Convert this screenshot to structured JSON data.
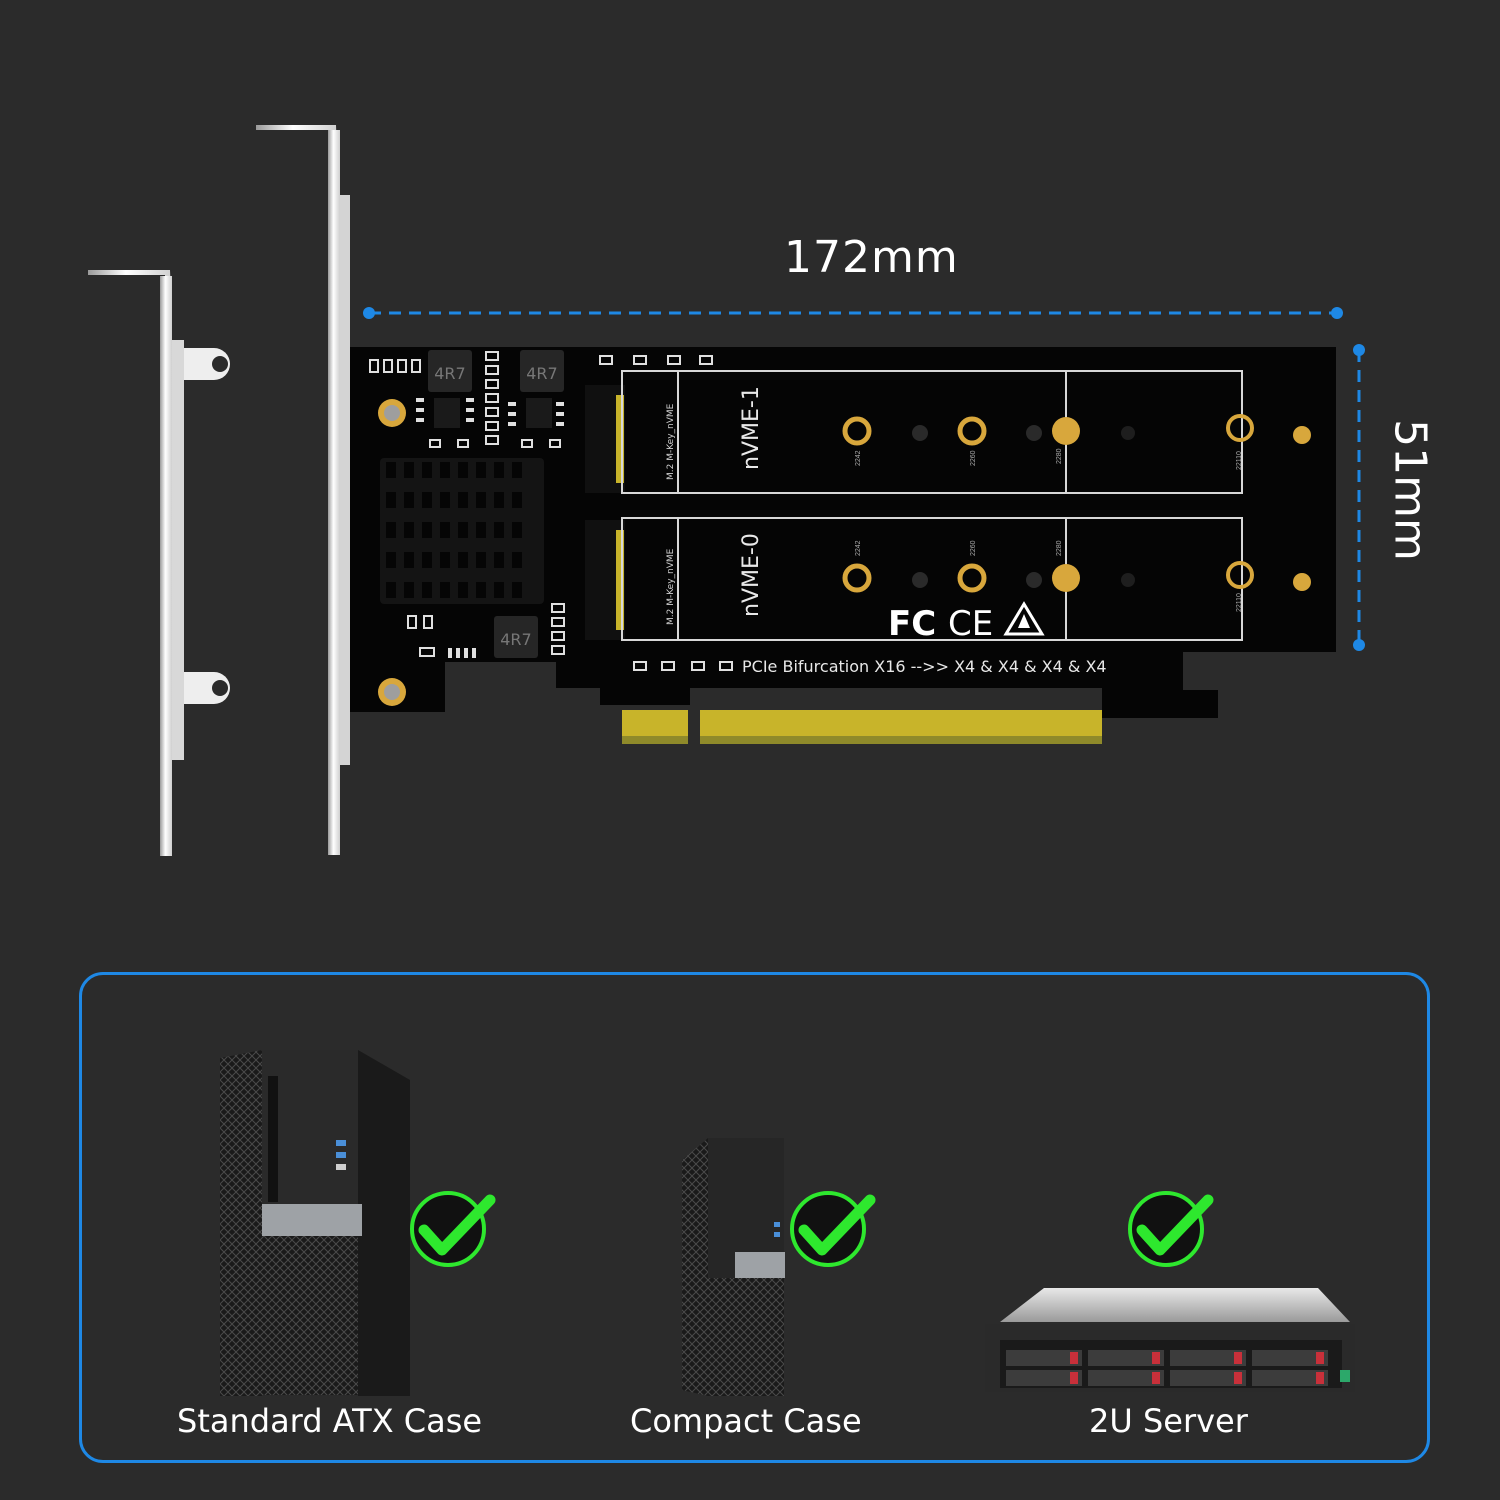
{
  "dimensions": {
    "width": "172mm",
    "height": "51mm"
  },
  "card": {
    "inductors": [
      "4R7",
      "4R7",
      "4R7"
    ],
    "slots": [
      {
        "name": "nVME-1",
        "connector_text": "M.2 M-Key_nVME",
        "hole_marks": [
          "2242",
          "2260",
          "2280",
          "22110"
        ]
      },
      {
        "name": "nVME-0",
        "connector_text": "M.2 M-Key_nVME",
        "hole_marks": [
          "2242",
          "2260",
          "2280",
          "22110"
        ]
      }
    ],
    "bifurcation_text": "PCIe Bifurcation X16 -->> X4 & X4 & X4 & X4",
    "certifications": [
      "FC",
      "CE",
      "ESD"
    ]
  },
  "compatibility": [
    {
      "label": "Standard ATX Case",
      "icon": "check-icon"
    },
    {
      "label": "Compact Case",
      "icon": "check-icon"
    },
    {
      "label": "2U Server",
      "icon": "check-icon"
    }
  ],
  "colors": {
    "background": "#2b2b2b",
    "accent": "#1e88e5",
    "check": "#2ee82e",
    "gold": "#d8a73c",
    "pcb": "#050505"
  }
}
